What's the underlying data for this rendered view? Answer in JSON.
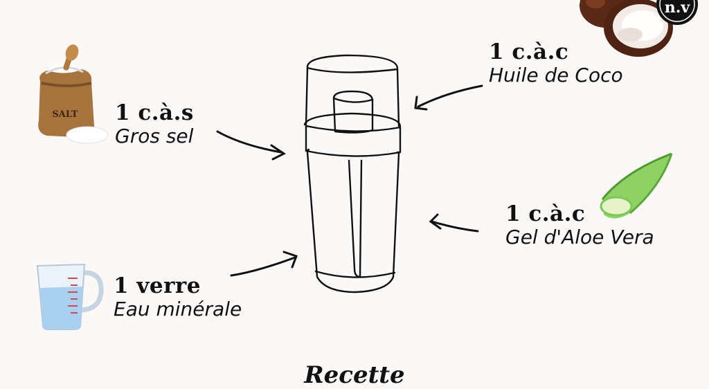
{
  "badge": {
    "text": "n.v"
  },
  "ingredients": {
    "salt": {
      "quantity": "1 c.à.s",
      "name": "Gros sel",
      "icon": "salt-sack-icon"
    },
    "coconut": {
      "quantity": "1 c.à.c",
      "name": "Huile de Coco",
      "icon": "coconut-icon"
    },
    "aloe": {
      "quantity": "1 c.à.c",
      "name": "Gel d'Aloe Vera",
      "icon": "aloe-vera-leaf-icon"
    },
    "water": {
      "quantity": "1 verre",
      "name": "Eau minérale",
      "icon": "measuring-cup-icon"
    }
  },
  "footer": {
    "title": "Recette"
  },
  "colors": {
    "background": "#fbf8f8",
    "ink": "#111111",
    "coconut": "#5a2a17",
    "aloe": "#7ec85a",
    "sack": "#a7743e"
  }
}
